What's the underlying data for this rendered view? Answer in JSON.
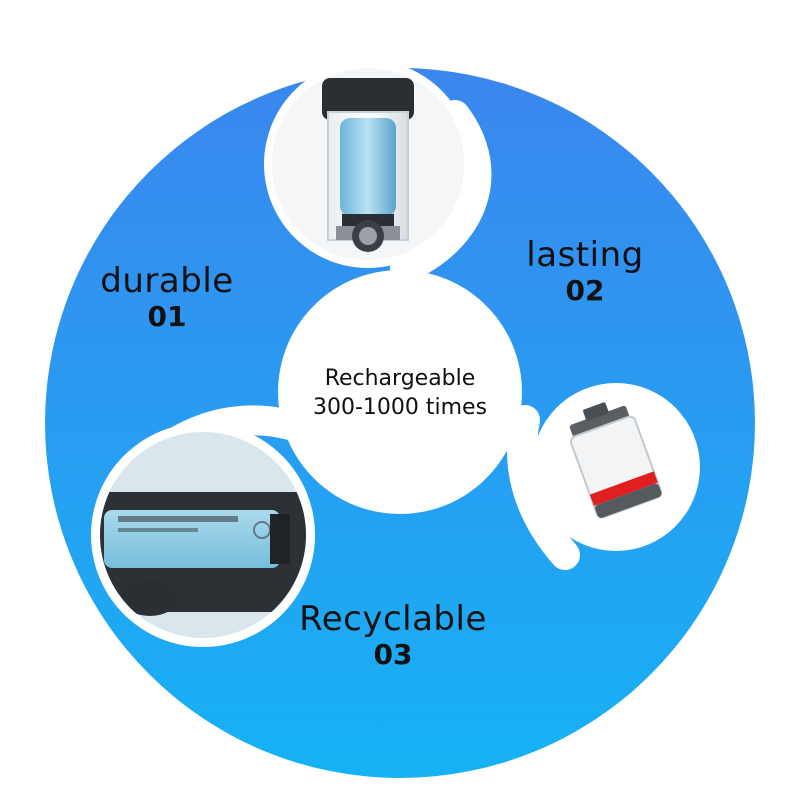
{
  "colors": {
    "ring_top": "#3b86ee",
    "ring_bottom": "#16b2f4",
    "background": "#ffffff"
  },
  "center": {
    "line1": "Rechargeable",
    "line2": "300-1000 times"
  },
  "features": [
    {
      "title": "durable",
      "number": "01"
    },
    {
      "title": "lasting",
      "number": "02"
    },
    {
      "title": "Recyclable",
      "number": "03"
    }
  ],
  "icons": [
    "battery-cutaway-icon",
    "battery-level-icon",
    "battery-pack-icon"
  ]
}
